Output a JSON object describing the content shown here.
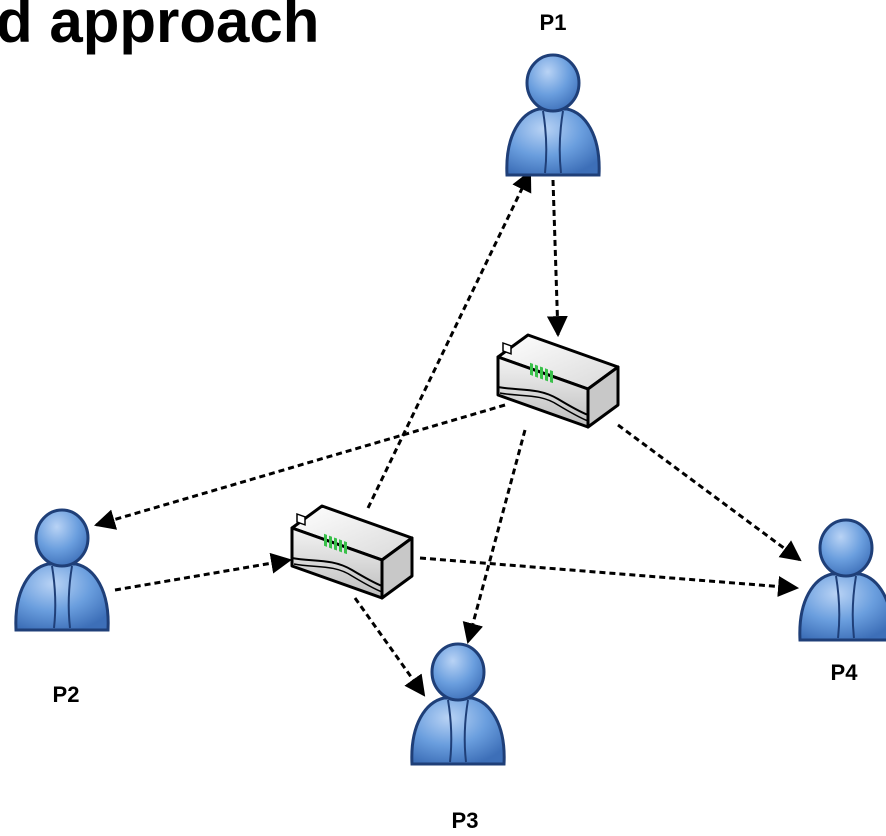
{
  "title": "d approach",
  "peers": [
    {
      "id": "P1",
      "label": "P1"
    },
    {
      "id": "P2",
      "label": "P2"
    },
    {
      "id": "P3",
      "label": "P3"
    },
    {
      "id": "P4",
      "label": "P4"
    }
  ],
  "devices": [
    {
      "id": "S1"
    },
    {
      "id": "S2"
    }
  ],
  "edges": [
    {
      "from": "P1",
      "to": "S1"
    },
    {
      "from": "S2",
      "to": "P1"
    },
    {
      "from": "S1",
      "to": "P2"
    },
    {
      "from": "P2",
      "to": "S2"
    },
    {
      "from": "S1",
      "to": "P3"
    },
    {
      "from": "S2",
      "to": "P3"
    },
    {
      "from": "S1",
      "to": "P4"
    },
    {
      "from": "S2",
      "to": "P4"
    }
  ],
  "colors": {
    "person_body": "#5b8fd4",
    "person_outline": "#1f3f78",
    "device_body": "#f2f2f2",
    "device_led": "#39c04a",
    "edge": "#000000"
  },
  "icons": {
    "peer": "person-icon",
    "device": "network-switch-icon"
  }
}
